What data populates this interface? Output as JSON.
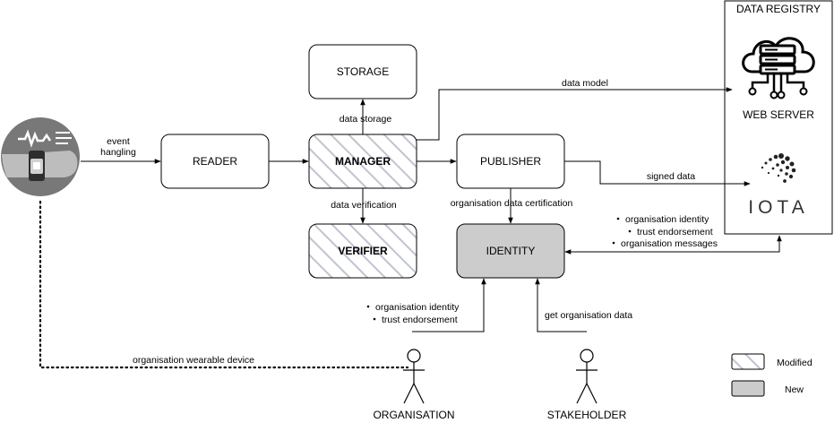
{
  "nodes": {
    "storage": "STORAGE",
    "reader": "READER",
    "manager": "MANAGER",
    "publisher": "PUBLISHER",
    "verifier": "VERIFIER",
    "identity": "IDENTITY"
  },
  "registry": {
    "title": "DATA REGISTRY",
    "web_server": "WEB SERVER",
    "iota": "IOTA"
  },
  "actors": {
    "organisation": "ORGANISATION",
    "stakeholder": "STAKEHOLDER"
  },
  "edges": {
    "event_line1": "event",
    "event_line2": "hangling",
    "data_storage": "data storage",
    "data_model": "data model",
    "signed_data": "signed data",
    "data_verification": "data verification",
    "org_data_cert": "organisation data certification",
    "registry_list": [
      "organisation identity",
      "trust endorsement",
      "organisation messages"
    ],
    "org_list": [
      "organisation identity",
      "trust endorsement"
    ],
    "get_org_data": "get organisation data",
    "wearable": "organisation wearable device"
  },
  "legend": {
    "modified": "Modified",
    "new": "New"
  },
  "colors": {
    "new_fill": "#cccccc",
    "hatch": "#c0c4d0",
    "stroke": "#000000"
  }
}
